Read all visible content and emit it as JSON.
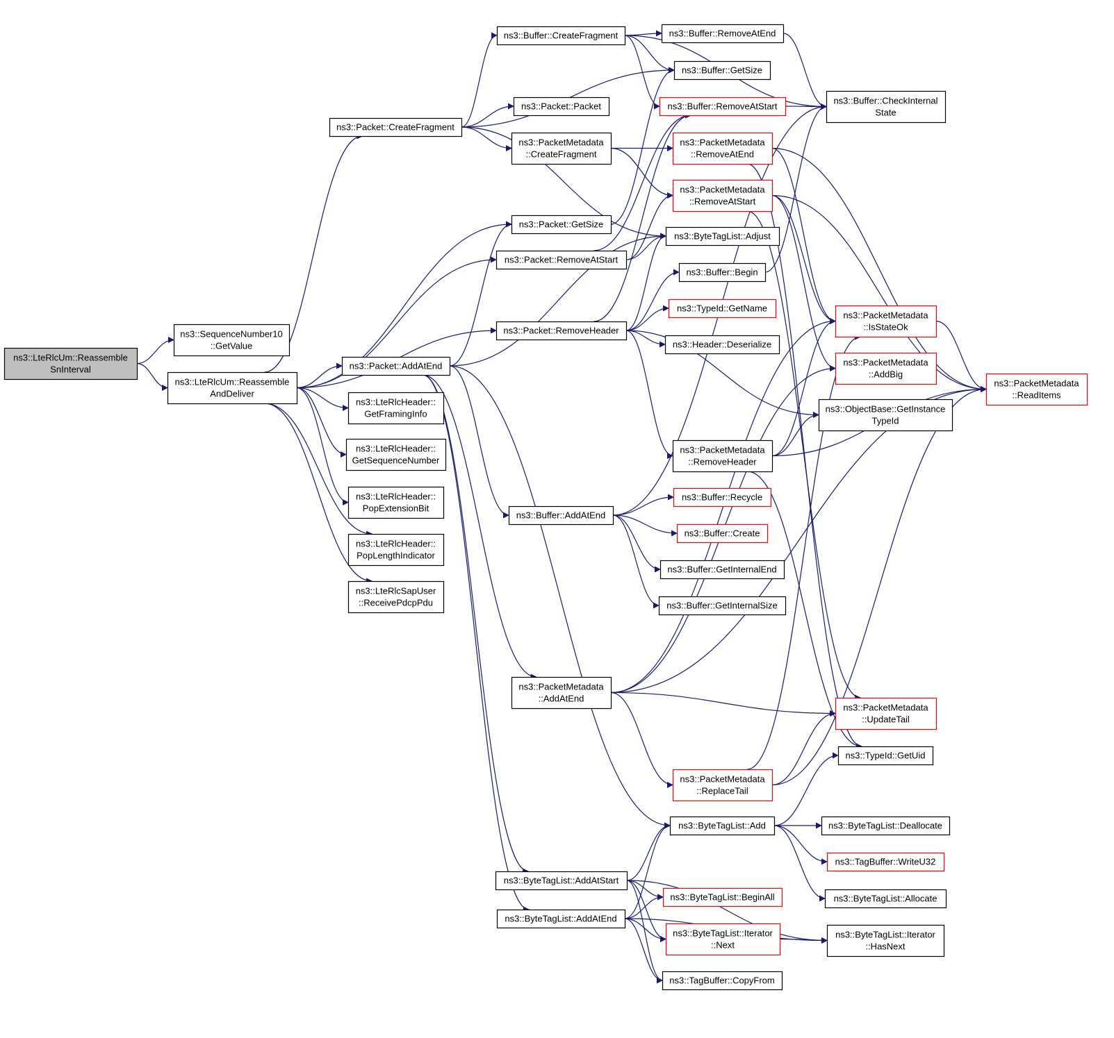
{
  "colors": {
    "edge": "#191970",
    "box_border": "#000000",
    "truncated_border": "#ff0000",
    "root_fill": "#bfbfbf",
    "box_fill": "#ffffff",
    "text": "#000000"
  },
  "nodes": {
    "root": {
      "lines": [
        "ns3::LteRlcUm::Reassemble",
        "SnInterval"
      ],
      "style": "root"
    },
    "seqGetValue": {
      "lines": [
        "ns3::SequenceNumber10",
        "::GetValue"
      ],
      "style": "normal"
    },
    "reassembleAndDeliver": {
      "lines": [
        "ns3::LteRlcUm::Reassemble",
        "AndDeliver"
      ],
      "style": "normal"
    },
    "pktCreateFragment": {
      "lines": [
        "ns3::Packet::CreateFragment"
      ],
      "style": "normal"
    },
    "pktGetSize": {
      "lines": [
        "ns3::Packet::GetSize"
      ],
      "style": "normal"
    },
    "pktRemoveAtStart": {
      "lines": [
        "ns3::Packet::RemoveAtStart"
      ],
      "style": "normal"
    },
    "pktRemoveHeader": {
      "lines": [
        "ns3::Packet::RemoveHeader"
      ],
      "style": "normal"
    },
    "pktAddAtEnd": {
      "lines": [
        "ns3::Packet::AddAtEnd"
      ],
      "style": "normal"
    },
    "rlcGetFramingInfo": {
      "lines": [
        "ns3::LteRlcHeader::",
        "GetFramingInfo"
      ],
      "style": "normal"
    },
    "rlcGetSequenceNumber": {
      "lines": [
        "ns3::LteRlcHeader::",
        "GetSequenceNumber"
      ],
      "style": "normal"
    },
    "rlcPopExtensionBit": {
      "lines": [
        "ns3::LteRlcHeader::",
        "PopExtensionBit"
      ],
      "style": "normal"
    },
    "rlcPopLengthIndicator": {
      "lines": [
        "ns3::LteRlcHeader::",
        "PopLengthIndicator"
      ],
      "style": "normal"
    },
    "sapReceivePdcpPdu": {
      "lines": [
        "ns3::LteRlcSapUser",
        "::ReceivePdcpPdu"
      ],
      "style": "normal"
    },
    "bufCreateFragment": {
      "lines": [
        "ns3::Buffer::CreateFragment"
      ],
      "style": "normal"
    },
    "pktPacket": {
      "lines": [
        "ns3::Packet::Packet"
      ],
      "style": "normal"
    },
    "pmCreateFragment": {
      "lines": [
        "ns3::PacketMetadata",
        "::CreateFragment"
      ],
      "style": "normal"
    },
    "bufAddAtEnd": {
      "lines": [
        "ns3::Buffer::AddAtEnd"
      ],
      "style": "normal"
    },
    "pmAddAtEnd": {
      "lines": [
        "ns3::PacketMetadata",
        "::AddAtEnd"
      ],
      "style": "normal"
    },
    "btlAddAtStart": {
      "lines": [
        "ns3::ByteTagList::AddAtStart"
      ],
      "style": "normal"
    },
    "btlAddAtEnd": {
      "lines": [
        "ns3::ByteTagList::AddAtEnd"
      ],
      "style": "normal"
    },
    "bufRemoveAtEnd": {
      "lines": [
        "ns3::Buffer::RemoveAtEnd"
      ],
      "style": "normal"
    },
    "bufGetSize": {
      "lines": [
        "ns3::Buffer::GetSize"
      ],
      "style": "normal"
    },
    "bufRemoveAtStart": {
      "lines": [
        "ns3::Buffer::RemoveAtStart"
      ],
      "style": "truncated"
    },
    "pmRemoveAtEnd": {
      "lines": [
        "ns3::PacketMetadata",
        "::RemoveAtEnd"
      ],
      "style": "truncated"
    },
    "pmRemoveAtStart": {
      "lines": [
        "ns3::PacketMetadata",
        "::RemoveAtStart"
      ],
      "style": "truncated"
    },
    "btlAdjust": {
      "lines": [
        "ns3::ByteTagList::Adjust"
      ],
      "style": "normal"
    },
    "bufBegin": {
      "lines": [
        "ns3::Buffer::Begin"
      ],
      "style": "normal"
    },
    "typeIdGetName": {
      "lines": [
        "ns3::TypeId::GetName"
      ],
      "style": "truncated"
    },
    "headerDeserialize": {
      "lines": [
        "ns3::Header::Deserialize"
      ],
      "style": "normal"
    },
    "pmRemoveHeader": {
      "lines": [
        "ns3::PacketMetadata",
        "::RemoveHeader"
      ],
      "style": "normal"
    },
    "bufRecycle": {
      "lines": [
        "ns3::Buffer::Recycle"
      ],
      "style": "truncated"
    },
    "bufCreate": {
      "lines": [
        "ns3::Buffer::Create"
      ],
      "style": "truncated"
    },
    "bufGetInternalEnd": {
      "lines": [
        "ns3::Buffer::GetInternalEnd"
      ],
      "style": "normal"
    },
    "bufGetInternalSize": {
      "lines": [
        "ns3::Buffer::GetInternalSize"
      ],
      "style": "normal"
    },
    "pmReplaceTail": {
      "lines": [
        "ns3::PacketMetadata",
        "::ReplaceTail"
      ],
      "style": "truncated"
    },
    "btlAdd": {
      "lines": [
        "ns3::ByteTagList::Add"
      ],
      "style": "normal"
    },
    "btlBeginAll": {
      "lines": [
        "ns3::ByteTagList::BeginAll"
      ],
      "style": "truncated"
    },
    "btlIterNext": {
      "lines": [
        "ns3::ByteTagList::Iterator",
        "::Next"
      ],
      "style": "truncated"
    },
    "tagBufCopyFrom": {
      "lines": [
        "ns3::TagBuffer::CopyFrom"
      ],
      "style": "normal"
    },
    "bufCheckInternalState": {
      "lines": [
        "ns3::Buffer::CheckInternal",
        "State"
      ],
      "style": "normal"
    },
    "pmIsStateOk": {
      "lines": [
        "ns3::PacketMetadata",
        "::IsStateOk"
      ],
      "style": "truncated"
    },
    "pmAddBig": {
      "lines": [
        "ns3::PacketMetadata",
        "::AddBig"
      ],
      "style": "truncated"
    },
    "objGetInstanceTypeId": {
      "lines": [
        "ns3::ObjectBase::GetInstance",
        "TypeId"
      ],
      "style": "normal"
    },
    "pmUpdateTail": {
      "lines": [
        "ns3::PacketMetadata",
        "::UpdateTail"
      ],
      "style": "truncated"
    },
    "typeIdGetUid": {
      "lines": [
        "ns3::TypeId::GetUid"
      ],
      "style": "normal"
    },
    "btlDeallocate": {
      "lines": [
        "ns3::ByteTagList::Deallocate"
      ],
      "style": "normal"
    },
    "tagBufWriteU32": {
      "lines": [
        "ns3::TagBuffer::WriteU32"
      ],
      "style": "truncated"
    },
    "btlAllocate": {
      "lines": [
        "ns3::ByteTagList::Allocate"
      ],
      "style": "normal"
    },
    "btlIterHasNext": {
      "lines": [
        "ns3::ByteTagList::Iterator",
        "::HasNext"
      ],
      "style": "normal"
    },
    "pmReadItems": {
      "lines": [
        "ns3::PacketMetadata",
        "::ReadItems"
      ],
      "style": "truncated"
    }
  },
  "edges": [
    [
      "root",
      "seqGetValue"
    ],
    [
      "root",
      "reassembleAndDeliver"
    ],
    [
      "reassembleAndDeliver",
      "pktCreateFragment"
    ],
    [
      "reassembleAndDeliver",
      "pktGetSize"
    ],
    [
      "reassembleAndDeliver",
      "pktRemoveAtStart"
    ],
    [
      "reassembleAndDeliver",
      "pktRemoveHeader"
    ],
    [
      "reassembleAndDeliver",
      "pktAddAtEnd"
    ],
    [
      "reassembleAndDeliver",
      "rlcGetFramingInfo"
    ],
    [
      "reassembleAndDeliver",
      "rlcGetSequenceNumber"
    ],
    [
      "reassembleAndDeliver",
      "rlcPopExtensionBit"
    ],
    [
      "reassembleAndDeliver",
      "rlcPopLengthIndicator"
    ],
    [
      "reassembleAndDeliver",
      "sapReceivePdcpPdu"
    ],
    [
      "pktCreateFragment",
      "bufCreateFragment"
    ],
    [
      "pktCreateFragment",
      "bufGetSize"
    ],
    [
      "pktCreateFragment",
      "pktPacket"
    ],
    [
      "pktCreateFragment",
      "pmCreateFragment"
    ],
    [
      "pktCreateFragment",
      "btlAdjust"
    ],
    [
      "bufCreateFragment",
      "bufRemoveAtEnd"
    ],
    [
      "bufCreateFragment",
      "bufGetSize"
    ],
    [
      "bufCreateFragment",
      "bufRemoveAtStart"
    ],
    [
      "bufCreateFragment",
      "bufCheckInternalState"
    ],
    [
      "bufRemoveAtEnd",
      "bufCheckInternalState"
    ],
    [
      "bufRemoveAtStart",
      "bufCheckInternalState"
    ],
    [
      "pmCreateFragment",
      "pmRemoveAtEnd"
    ],
    [
      "pmCreateFragment",
      "pmRemoveAtStart"
    ],
    [
      "pktGetSize",
      "bufGetSize"
    ],
    [
      "pktRemoveAtStart",
      "bufRemoveAtStart"
    ],
    [
      "pktRemoveAtStart",
      "pmRemoveAtStart"
    ],
    [
      "pktRemoveAtStart",
      "btlAdjust"
    ],
    [
      "pktRemoveHeader",
      "bufRemoveAtStart"
    ],
    [
      "pktRemoveHeader",
      "btlAdjust"
    ],
    [
      "pktRemoveHeader",
      "bufBegin"
    ],
    [
      "pktRemoveHeader",
      "typeIdGetName"
    ],
    [
      "pktRemoveHeader",
      "headerDeserialize"
    ],
    [
      "pktRemoveHeader",
      "objGetInstanceTypeId"
    ],
    [
      "pktRemoveHeader",
      "pmRemoveHeader"
    ],
    [
      "bufBegin",
      "bufCheckInternalState"
    ],
    [
      "pmRemoveAtEnd",
      "pmIsStateOk"
    ],
    [
      "pmRemoveAtEnd",
      "pmReadItems"
    ],
    [
      "pmRemoveAtEnd",
      "typeIdGetUid"
    ],
    [
      "pmRemoveAtStart",
      "pmIsStateOk"
    ],
    [
      "pmRemoveAtStart",
      "pmAddBig"
    ],
    [
      "pmRemoveAtStart",
      "pmReadItems"
    ],
    [
      "pmRemoveAtStart",
      "pmUpdateTail"
    ],
    [
      "pmRemoveHeader",
      "pmIsStateOk"
    ],
    [
      "pmRemoveHeader",
      "objGetInstanceTypeId"
    ],
    [
      "pmRemoveHeader",
      "pmReadItems"
    ],
    [
      "pmRemoveHeader",
      "typeIdGetUid"
    ],
    [
      "pmIsStateOk",
      "pmReadItems"
    ],
    [
      "pktAddAtEnd",
      "pktGetSize"
    ],
    [
      "pktAddAtEnd",
      "btlAdjust"
    ],
    [
      "pktAddAtEnd",
      "bufAddAtEnd"
    ],
    [
      "pktAddAtEnd",
      "pmAddAtEnd"
    ],
    [
      "pktAddAtEnd",
      "btlAdd"
    ],
    [
      "pktAddAtEnd",
      "btlAddAtStart"
    ],
    [
      "pktAddAtEnd",
      "btlAddAtEnd"
    ],
    [
      "bufAddAtEnd",
      "bufCheckInternalState"
    ],
    [
      "bufAddAtEnd",
      "bufRecycle"
    ],
    [
      "bufAddAtEnd",
      "bufCreate"
    ],
    [
      "bufAddAtEnd",
      "bufGetInternalEnd"
    ],
    [
      "bufAddAtEnd",
      "bufGetInternalSize"
    ],
    [
      "pmAddAtEnd",
      "pmIsStateOk"
    ],
    [
      "pmAddAtEnd",
      "pmAddBig"
    ],
    [
      "pmAddAtEnd",
      "pmReadItems"
    ],
    [
      "pmAddAtEnd",
      "pmUpdateTail"
    ],
    [
      "pmAddAtEnd",
      "pmReplaceTail"
    ],
    [
      "pmReplaceTail",
      "pmIsStateOk"
    ],
    [
      "pmReplaceTail",
      "pmUpdateTail"
    ],
    [
      "pmReplaceTail",
      "pmReadItems"
    ],
    [
      "btlAdd",
      "typeIdGetUid"
    ],
    [
      "btlAdd",
      "btlDeallocate"
    ],
    [
      "btlAdd",
      "tagBufWriteU32"
    ],
    [
      "btlAdd",
      "btlAllocate"
    ],
    [
      "btlAddAtStart",
      "btlAdd"
    ],
    [
      "btlAddAtStart",
      "btlBeginAll"
    ],
    [
      "btlAddAtStart",
      "btlIterNext"
    ],
    [
      "btlAddAtStart",
      "tagBufCopyFrom"
    ],
    [
      "btlAddAtStart",
      "btlIterHasNext"
    ],
    [
      "btlAddAtEnd",
      "btlAdd"
    ],
    [
      "btlAddAtEnd",
      "btlBeginAll"
    ],
    [
      "btlAddAtEnd",
      "btlIterNext"
    ],
    [
      "btlAddAtEnd",
      "tagBufCopyFrom"
    ],
    [
      "btlAddAtEnd",
      "btlIterHasNext"
    ],
    [
      "btlIterNext",
      "btlIterHasNext"
    ]
  ]
}
